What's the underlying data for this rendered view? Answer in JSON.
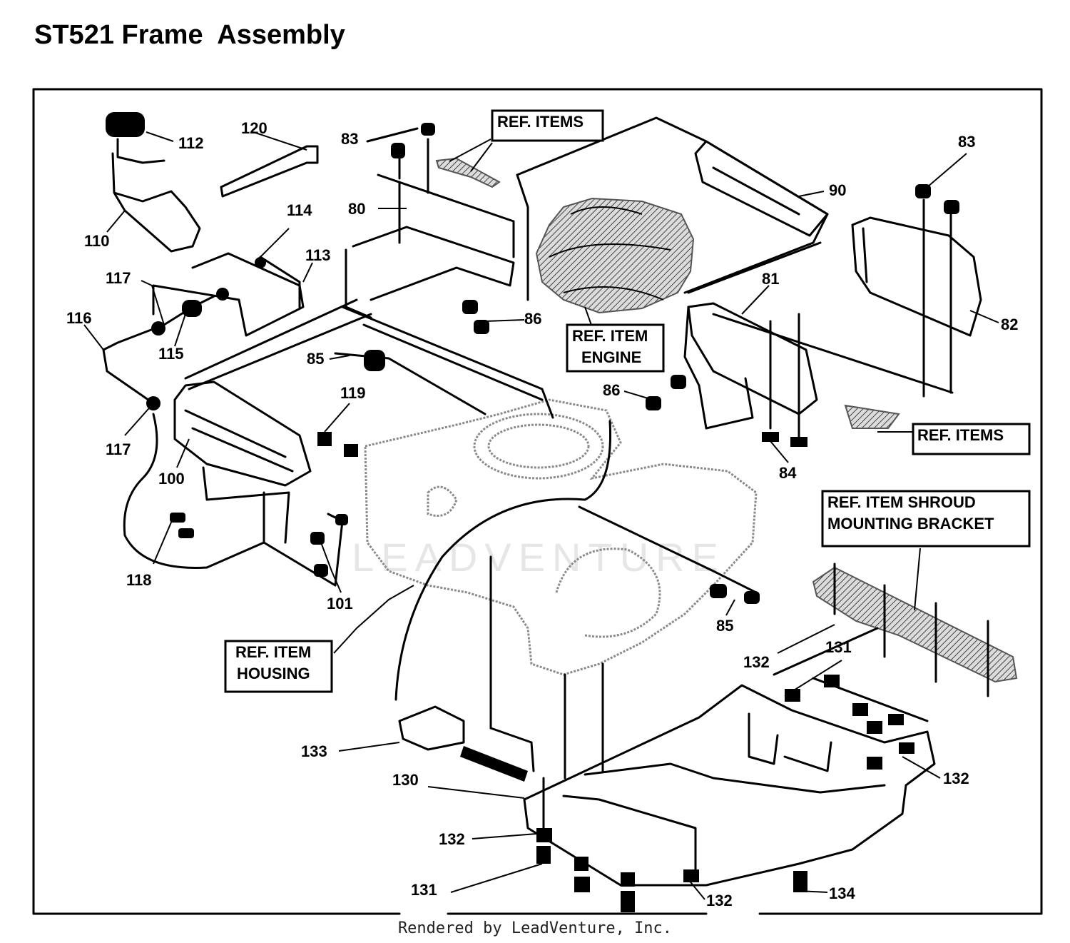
{
  "title": "ST521 Frame  Assembly",
  "footer": "Rendered by LeadVenture, Inc.",
  "watermark": "LEADVENTURE",
  "callouts": [
    "112",
    "120",
    "83",
    "80",
    "114",
    "110",
    "113",
    "117",
    "116",
    "115",
    "86",
    "85",
    "119",
    "117",
    "100",
    "118",
    "101",
    "90",
    "83",
    "81",
    "82",
    "86",
    "84",
    "85",
    "132",
    "131",
    "133",
    "130",
    "132",
    "132",
    "131",
    "132",
    "134"
  ],
  "ref_boxes": [
    {
      "lines": [
        "REF. ITEMS"
      ]
    },
    {
      "lines": [
        "REF. ITEM",
        "ENGINE"
      ]
    },
    {
      "lines": [
        "REF. ITEMS"
      ]
    },
    {
      "lines": [
        "REF. ITEM SHROUD",
        "MOUNTING BRACKET"
      ]
    },
    {
      "lines": [
        "REF. ITEM",
        "HOUSING"
      ]
    }
  ]
}
